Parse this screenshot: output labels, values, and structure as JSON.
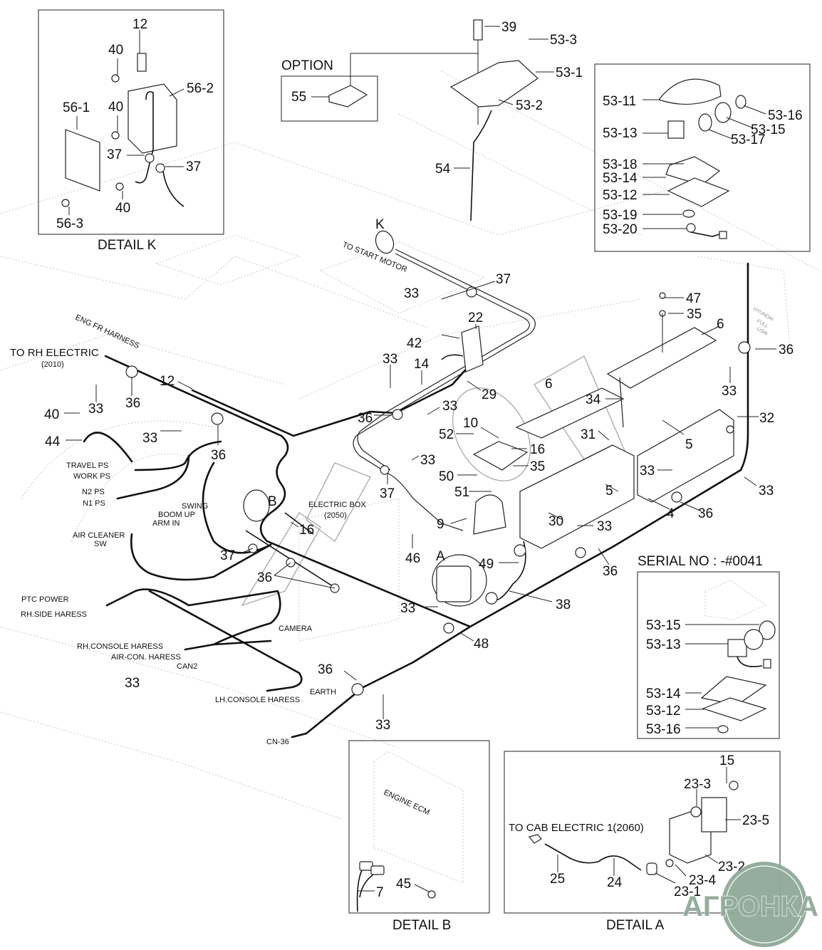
{
  "diagram": {
    "title": "Electrical parts layout (engine / battery / washer)",
    "colors": {
      "line": "#111111",
      "frame": "#555555",
      "ghost": "#bbbbbb",
      "watermark_logo": "#8fa998"
    }
  },
  "detail_k": {
    "caption": "DETAIL K",
    "labels": {
      "p12": "12",
      "p40a": "40",
      "p56_2": "56-2",
      "p56_1": "56-1",
      "p40b": "40",
      "p37a": "37",
      "p37b": "37",
      "p40c": "40",
      "p56_3": "56-3"
    }
  },
  "option": {
    "title": "OPTION",
    "labels": {
      "p55": "55"
    }
  },
  "top_center": {
    "labels": {
      "p39": "39",
      "p53_3": "53-3",
      "p53_1": "53-1",
      "p53_2": "53-2",
      "p54": "54",
      "k": "K"
    }
  },
  "beacon_box": {
    "labels": {
      "p53_11": "53-11",
      "p53_16": "53-16",
      "p53_15": "53-15",
      "p53_13": "53-13",
      "p53_17": "53-17",
      "p53_18": "53-18",
      "p53_14": "53-14",
      "p53_12": "53-12",
      "p53_19": "53-19",
      "p53_20": "53-20"
    }
  },
  "serial_box": {
    "title": "SERIAL NO : -#0041",
    "labels": {
      "p53_15": "53-15",
      "p53_13": "53-13",
      "p53_14": "53-14",
      "p53_12": "53-12",
      "p53_16": "53-16"
    }
  },
  "harness_texts": {
    "to_start_motor": "TO START MOTOR",
    "eng_fr_harness": "ENG FR HARNESS",
    "to_rh_electric": "TO RH ELECTRIC",
    "to_rh_electric_code": "(2010)",
    "travel_ps": "TRAVEL PS",
    "work_ps": "WORK PS",
    "n2_ps": "N2 PS",
    "n1_ps": "N1 PS",
    "swing": "SWING",
    "boom_up": "BOOM UP",
    "arm_in": "ARM IN",
    "air_cleaner": "AIR CLEANER",
    "air_cleaner_sw": "SW",
    "electric_box": "ELECTRIC BOX",
    "electric_box_code": "(2050)",
    "ptc_power": "PTC POWER",
    "rh_side_haress": "RH.SIDE HARESS",
    "rh_console_haress": "RH.CONSOLE HARESS",
    "air_con_haress": "AIR-CON. HARESS",
    "can2": "CAN2",
    "camera": "CAMERA",
    "lh_console_haress": "LH.CONSOLE HARESS",
    "earth": "EARTH",
    "cn36": "CN-36",
    "b": "B",
    "a": "A",
    "tank_hyundai": "HYUNDAI",
    "tank_full": "FULL",
    "tank_low": "LOW"
  },
  "main_labels": {
    "p37_top": "37",
    "p33_top": "33",
    "p22": "22",
    "p42": "42",
    "p33_b": "33",
    "p14": "14",
    "p29": "29",
    "p36_a": "36",
    "p33_c": "33",
    "p10": "10",
    "p52": "52",
    "p16_a": "16",
    "p35_a": "35",
    "p50": "50",
    "p51": "51",
    "p33_d": "33",
    "p37_mid": "37",
    "p9": "9",
    "p46": "46",
    "p16_b": "16",
    "p37_left": "37",
    "p36_left": "36",
    "p49": "49",
    "p33_e": "33",
    "p48": "48",
    "p38": "38",
    "p36_f": "36",
    "p33_f": "33",
    "p33_g": "33",
    "p47": "47",
    "p35_b": "35",
    "p6_a": "6",
    "p6_b": "6",
    "p34": "34",
    "p31": "31",
    "p5_a": "5",
    "p5_b": "5",
    "p30": "30",
    "p33_h": "33",
    "p4": "4",
    "p36_g": "36",
    "p36_h": "36",
    "p36_i": "36",
    "p33_i": "33",
    "p32": "32",
    "p33_j": "33",
    "p33_k": "33",
    "p36_l1": "36",
    "p36_l2": "36",
    "p33_l1": "33",
    "p33_l2": "33",
    "p12_l": "12",
    "p40_l": "40",
    "p44_l": "44"
  },
  "detail_b": {
    "caption": "DETAIL B",
    "ecm_label": "ENGINE ECM",
    "labels": {
      "p7": "7",
      "p45": "45"
    }
  },
  "detail_a": {
    "caption": "DETAIL A",
    "to_cab": "TO CAB ELECTRIC 1(2060)",
    "labels": {
      "p15": "15",
      "p23_3": "23-3",
      "p23_5": "23-5",
      "p23_2": "23-2",
      "p23_4": "23-4",
      "p23_1": "23-1",
      "p25": "25",
      "p24": "24"
    }
  },
  "watermark": {
    "logo_text": "АГРОНКА"
  }
}
